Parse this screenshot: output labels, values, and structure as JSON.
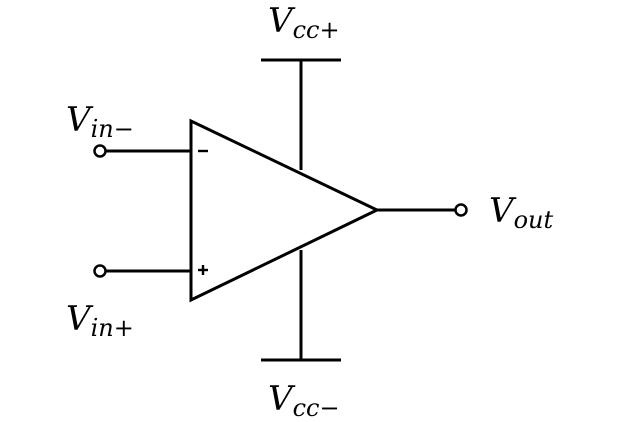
{
  "labels": {
    "vcc_plus": {
      "main": "V",
      "sub": "cc+"
    },
    "vcc_minus": {
      "main": "V",
      "sub": "cc−"
    },
    "vin_minus": {
      "main": "V",
      "sub": "in−"
    },
    "vin_plus": {
      "main": "V",
      "sub": "in+"
    },
    "vout": {
      "main": "V",
      "sub": "out"
    }
  },
  "inputs": {
    "inverting_sign": "-",
    "non_inverting_sign": "+"
  },
  "colors": {
    "stroke": "#000000",
    "background": "#ffffff"
  }
}
